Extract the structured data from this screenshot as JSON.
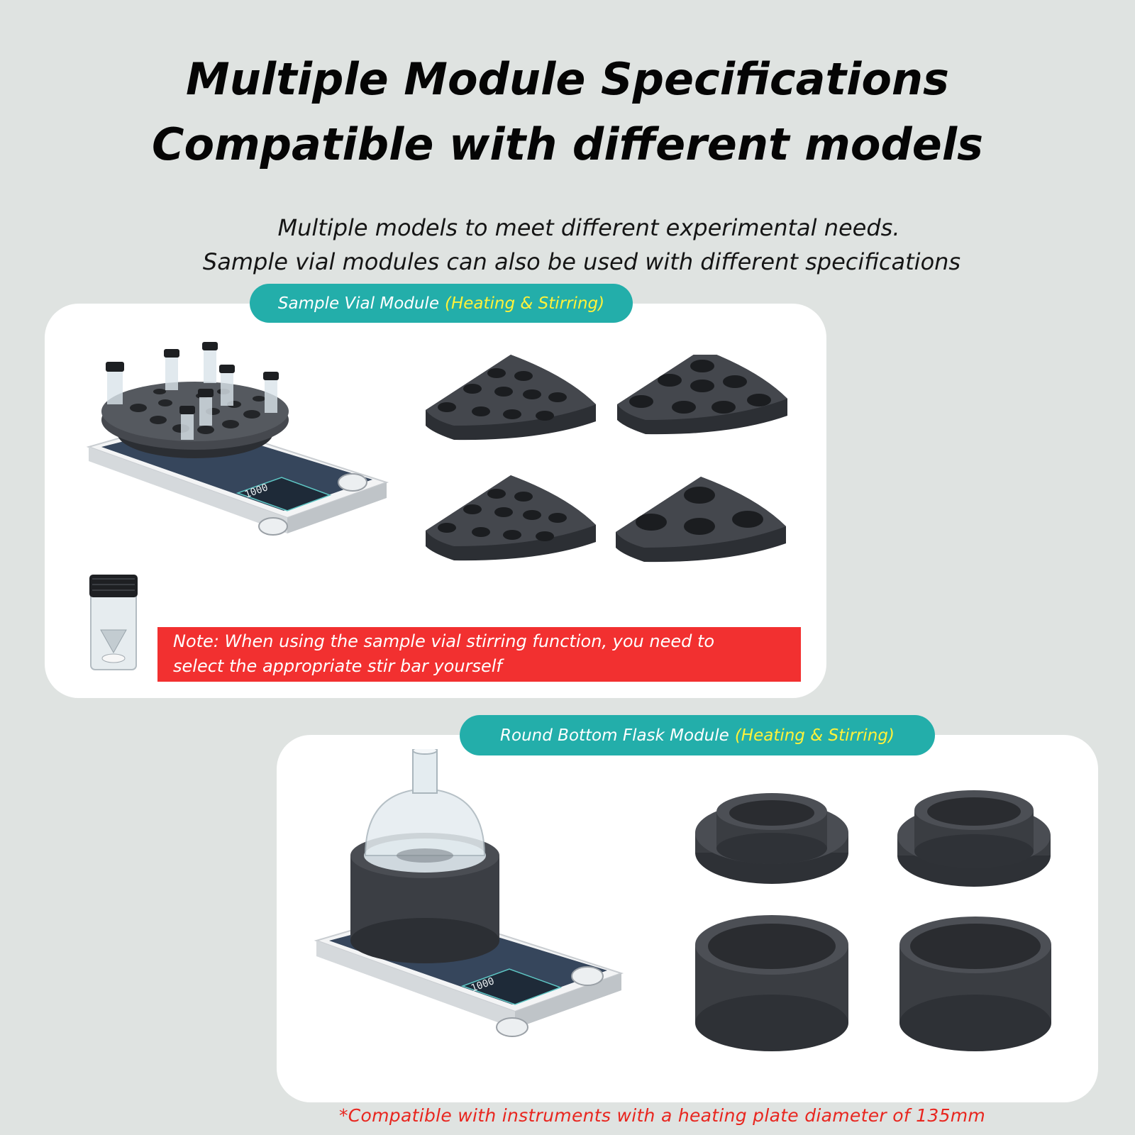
{
  "headline": {
    "line1": "Multiple Module Specifications",
    "line2": "Compatible with different models"
  },
  "subheadline": {
    "line1": "Multiple models to meet different experimental needs.",
    "line2": "Sample vial modules can also be used with different specifications"
  },
  "vial_section": {
    "label": "Sample Vial Module",
    "label_highlight": "(Heating & Stirring)",
    "note_line1": "Note: When using the sample vial stirring function, you need to",
    "note_line2": "select the appropriate stir bar yourself",
    "display_readout": "1000"
  },
  "flask_section": {
    "label": "Round Bottom Flask Module",
    "label_highlight": "(Heating & Stirring)",
    "display_readout": "1000"
  },
  "footnote": "*Compatible with instruments with a heating plate diameter of 135mm",
  "colors": {
    "background": "#dfe3e1",
    "accent_teal": "#23aeaa",
    "highlight_yellow": "#fff23a",
    "note_red": "#f23030",
    "footnote_red": "#e8261f",
    "module_dark": "#3a3d42"
  }
}
